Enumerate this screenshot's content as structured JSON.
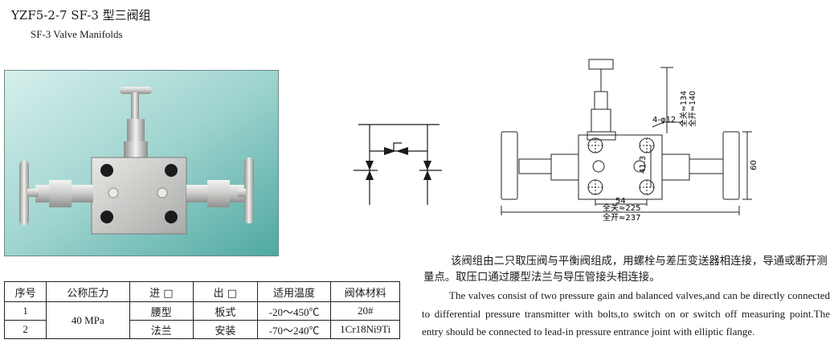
{
  "header": {
    "title_cn": "YZF5-2-7 SF-3  型三阀组",
    "title_en": "SF-3 Valve Manifolds"
  },
  "drawing": {
    "dim_54": "54",
    "dim_41_3": "41.3",
    "dim_4_phi12": "4-φ12",
    "dim_60": "60",
    "dim_close_134": "全关≈134",
    "dim_open_140": "全开≈140",
    "dim_close_225": "全关≈225",
    "dim_open_237": "全开≈237"
  },
  "spec_table": {
    "headers": [
      "序号",
      "公称压力",
      "进 □",
      "出 □",
      "适用温度",
      "阀体材料"
    ],
    "rows": [
      {
        "no": "1",
        "pressure": "40 MPa",
        "inlet": "腰型",
        "outlet": "板式",
        "temp": "-20～450℃",
        "material": "20#"
      },
      {
        "no": "2",
        "pressure": "",
        "inlet": "法兰",
        "outlet": "安装",
        "temp": "-70～240℃",
        "material": "1Cr18Ni9Ti"
      }
    ]
  },
  "description": {
    "cn": "该阀组由二只取压阀与平衡阀组成，用螺栓与差压变送器相连接，导通或断开测量点。取压口通过腰型法兰与导压管接头相连接。",
    "en": "The valves consist of two pressure gain and balanced valves,and can be directly connected to differential pressure transmitter with bolts,to switch on or switch off measuring point.The entry should be connected to lead-in pressure entrance joint with elliptic flange."
  }
}
